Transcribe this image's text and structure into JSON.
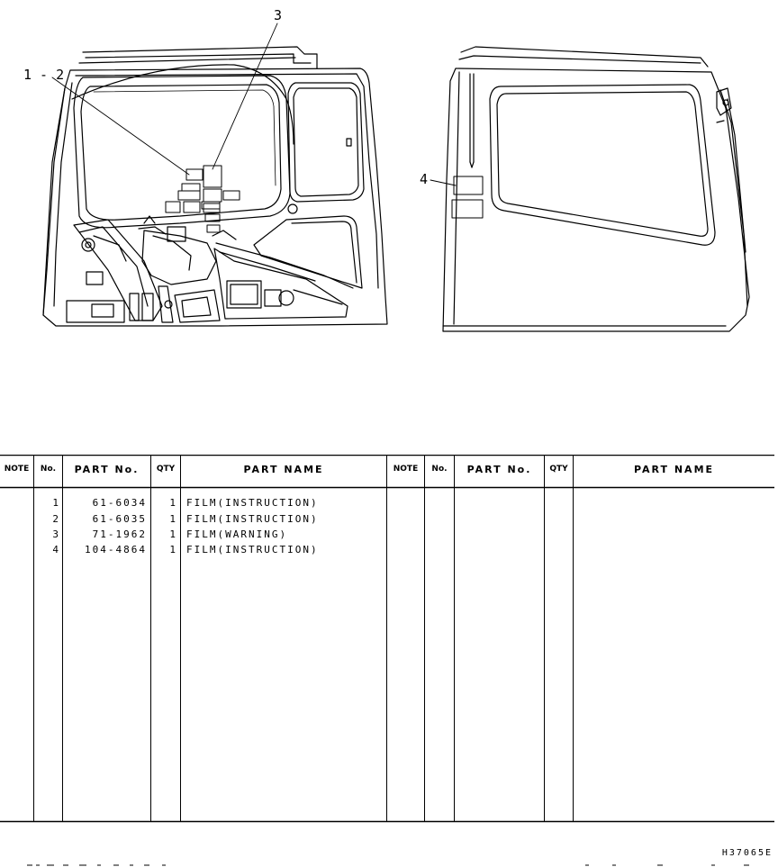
{
  "callouts": {
    "c12": "1 - 2",
    "c3": "3",
    "c4": "4"
  },
  "table": {
    "headers": {
      "note": "NOTE",
      "no": "No.",
      "part_no": "PART  No.",
      "qty": "QTY",
      "part_name": "PART  NAME"
    },
    "rows": [
      {
        "no": "1",
        "part_no": "61-6034",
        "qty": "1",
        "part_name": "FILM(INSTRUCTION)"
      },
      {
        "no": "2",
        "part_no": "61-6035",
        "qty": "1",
        "part_name": "FILM(INSTRUCTION)"
      },
      {
        "no": "3",
        "part_no": "71-1962",
        "qty": "1",
        "part_name": "FILM(WARNING)"
      },
      {
        "no": "4",
        "part_no": "104-4864",
        "qty": "1",
        "part_name": "FILM(INSTRUCTION)"
      }
    ]
  },
  "drawing_code": "H37065E"
}
